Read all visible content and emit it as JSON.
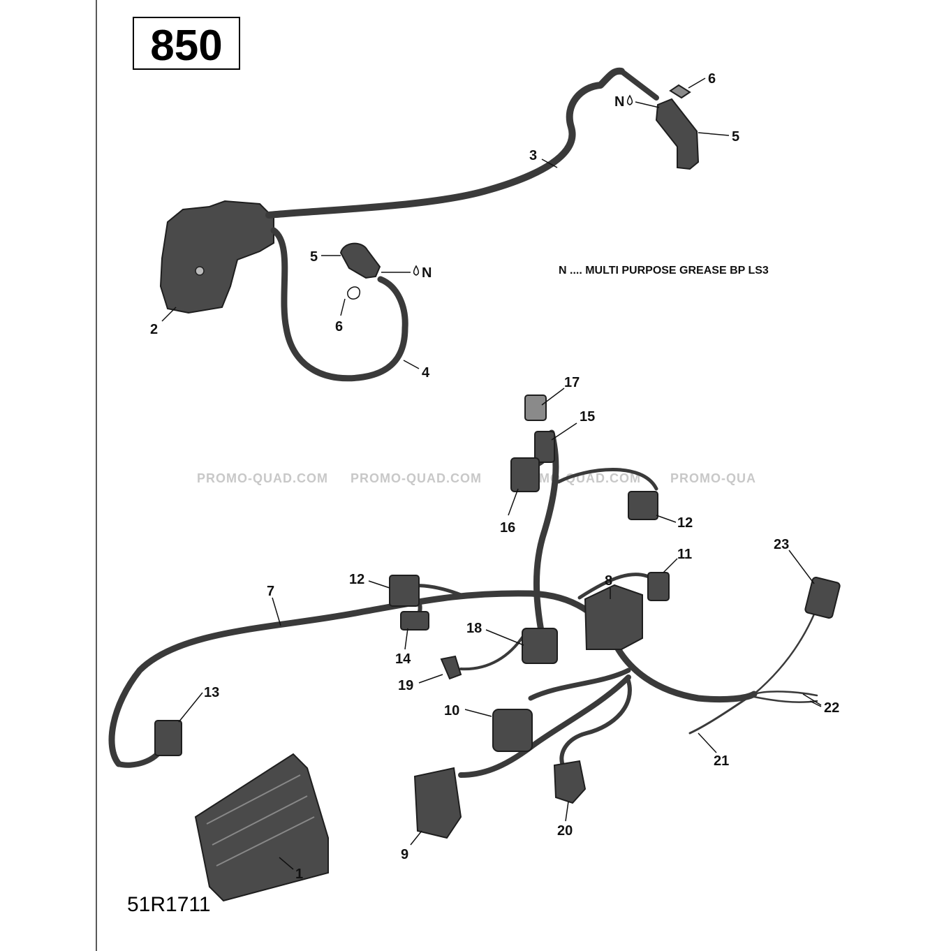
{
  "model_label": "850",
  "drawing_number": "51R1711",
  "note": "N .... MULTI PURPOSE GREASE BP LS3",
  "watermark": "PROMO-QUAD.COM",
  "watermark_partial": "PROMO-QUA",
  "colors": {
    "ink": "#111111",
    "part_fill": "#4a4a4a",
    "wire": "#3a3a3a",
    "watermark": "#c8c8c8"
  },
  "callouts": {
    "c1": "1",
    "c2": "2",
    "c3": "3",
    "c4": "4",
    "c5a": "5",
    "c5b": "5",
    "c6a": "6",
    "c6b": "6",
    "c7": "7",
    "c8": "8",
    "c9": "9",
    "c10": "10",
    "c11": "11",
    "c12a": "12",
    "c12b": "12",
    "c13": "13",
    "c14": "14",
    "c15": "15",
    "c16": "16",
    "c17": "17",
    "c18": "18",
    "c19": "19",
    "c20": "20",
    "c21": "21",
    "c22": "22",
    "c23": "23"
  },
  "grease_marks": {
    "g1": "N",
    "g2": "N"
  }
}
